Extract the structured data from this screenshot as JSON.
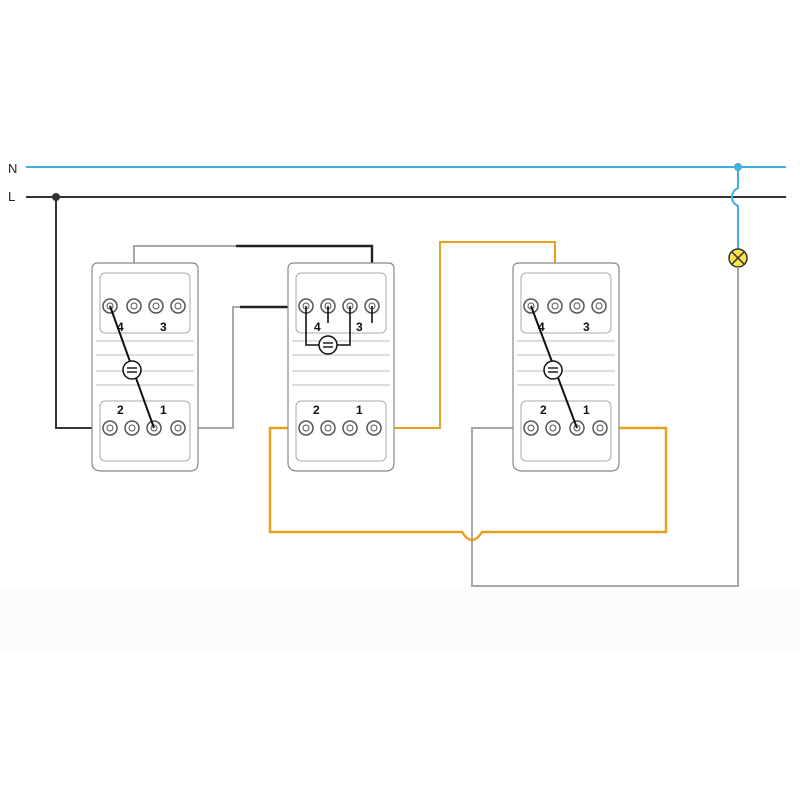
{
  "lines": {
    "neutral_label": "N",
    "live_label": "L"
  },
  "colors": {
    "neutral": "#3fb1e0",
    "live": "#333333",
    "traveler": "#e8a020",
    "grey_wire": "#a8a8a8",
    "device_outline": "#888888"
  },
  "switches": [
    {
      "name": "two-way-switch-left",
      "terminals": [
        "4",
        "3",
        "2",
        "1"
      ]
    },
    {
      "name": "intermediate-switch-middle",
      "terminals": [
        "4",
        "3",
        "2",
        "1"
      ]
    },
    {
      "name": "two-way-switch-right",
      "terminals": [
        "4",
        "3",
        "2",
        "1"
      ]
    }
  ],
  "lamp": {
    "icon": "lamp-icon"
  }
}
